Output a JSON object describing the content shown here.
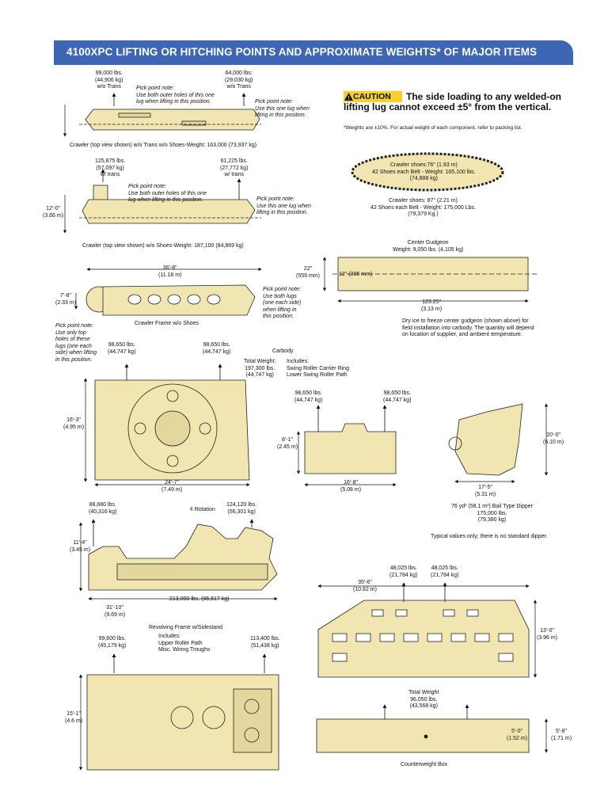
{
  "page_title": "4100XPC LIFTING OR HITCHING POINTS AND APPROXIMATE WEIGHTS* OF MAJOR ITEMS",
  "caution": {
    "label": "CAUTION",
    "line1": "The side loading to any welded-on",
    "line2": "lifting lug cannot exceed ±5° from the vertical."
  },
  "weights_note": "*Weights are ±10%. For actual weight of each component, refer to packing list.",
  "colors": {
    "banner": "#3f66b4",
    "part_fill": "#f1e6b2",
    "caution_yellow": "#f7d12a"
  },
  "crawler1": {
    "left_weight": "99,000 lbs.\n(44,906 kg)\nw/o Trans",
    "right_weight": "64,000 lbs.\n(29,030 kg)\nw/o Trans",
    "pick_note_left": "Pick point note:\nUse both outer holes of this one\nlug when lifting in this position.",
    "pick_note_right": "Pick point note:\nUse this one lug when\nlifting in this position.",
    "caption": "Crawler (top view shown) w/o Trans w/o Shoes-Weight: 163,000 (73,937 kg)"
  },
  "crawler2": {
    "left_weight": "125,875 lbs.\n(57,097 kg)\nw/ trans",
    "right_weight": "61,225 lbs.\n(27,772 kg)\nw/ trans",
    "pick_note_left": "Pick point note:\nUse both outer holes of this one\nlug when lifting in this position.",
    "pick_note_right": "Pick point note:\nUse this one lug when\nlifting in this position.",
    "height_dim": "12'-0\"\n(3.66 m)",
    "caption": "Crawler (top view shown) w/o Shoes-Weight: 187,100 (84,869 kg)"
  },
  "crawler_frame": {
    "length_dim": "36'-8\"\n(11.18 m)",
    "height_dim": "7'-8\"\n(2.33 m)",
    "pick_note_right": "Pick point note:\nUse both lugs\n(one each side)\nwhen lifting in\nthis position.",
    "pick_note_left": "Pick point note:\nUse only top\nholes of these\nlugs (one each\nside) when lifting\nin this position.",
    "caption": "Crawler Frame w/o Shoes"
  },
  "shoes": {
    "chain_text": "Crawler shoes:76\" (1.93 m)\n42 Shoes each Belt - Weight: 165,100 lbs.\n(74,888 kg)",
    "below_text": "Crawler shoes: 87\" (2.21 m)\n42 Shoes each Belt - Weight: 175,000 Lbs.\n(79,379 Kg.)"
  },
  "gudgeon": {
    "title": "Center Gudgeon\nWeight: 9,050 lbs. (4,105 kg)",
    "height_dim": "22\"\n(559 mm)",
    "inner_dim": "12\" (305 mm)",
    "length_dim": "123.25\"\n(3.13 m)",
    "note": "Dry ice to freeze center gudgeon (shown above) for\nfield installation into carbody. The quantity will depend\non location of supplier, and ambient temperature."
  },
  "carbody": {
    "title": "Carbody",
    "left_weight": "98,650 lbs.\n(44,747 kg)",
    "right_weight": "98,650 lbs.\n(44,747 kg)",
    "total_label": "Total Weight:\n197,300 lbs.\n(44,747 kg)",
    "includes": "Includes:\nSwing Roller Carrier Ring\nLower Swing Roller Path",
    "height_dim": "16'-3\"\n(4.95 m)",
    "width_dim": "24'-7\"\n(7.49 m)"
  },
  "carbody_side": {
    "left_weight": "98,650 lbs.\n(44,747 kg)",
    "right_weight": "98,650 lbs.\n(44,747 kg)",
    "height_dim": "8'-1\"\n(2.45 m)",
    "width_dim": "16'-8\"\n(5.08 m)"
  },
  "dipper": {
    "height_dim": "20'-0\"\n(6.10 m)",
    "width_dim": "17'-5\"\n(5.31 m)",
    "caption": "76 yd³ (58.1 m³) Bail Type Dipper\n175,000 lbs.\n(79,380 kg)",
    "note": "Typical values only; there is no standard dipper."
  },
  "revolving_frame": {
    "left_weight": "88,880 lbs.\n(40,316 kg)",
    "rotation_label": "¢ Rotation",
    "right_weight": "124,120 lbs.\n(56,301 kg)",
    "height_dim": "11'-4\"\n(3.45 m)",
    "weight_label": "213,000 lbs. (96,617 kg)",
    "length_dim": "31'-10\"\n(9.69 m)",
    "caption": "Revolving Frame w/Sidestand"
  },
  "revolving_top": {
    "left_weight": "99,600 lbs.\n(45,179 kg)",
    "includes": "Includes:\nUpper Roller Path\nMisc. Wiring Troughs",
    "right_weight": "113,400 lbs.\n(51,438 kg)",
    "height_dim": "15'-1\"\n(4.6 m)"
  },
  "counterweight": {
    "left_weight": "48,025 lbs.\n(21,784 kg)",
    "right_weight": "48,025 lbs.\n(21,784 kg)",
    "length_dim": "35'-6\"\n(10.82 m)",
    "height_dim": "13'-0\"\n(3.96 m)",
    "total_label": "Total Weight\n96,050 lbs.\n(43,568 kg)",
    "inner_dim": "5'-0\"\n(1.52 m)",
    "outer_dim": "5'-8\"\n(1.71 m)",
    "caption": "Counterweight Box"
  }
}
